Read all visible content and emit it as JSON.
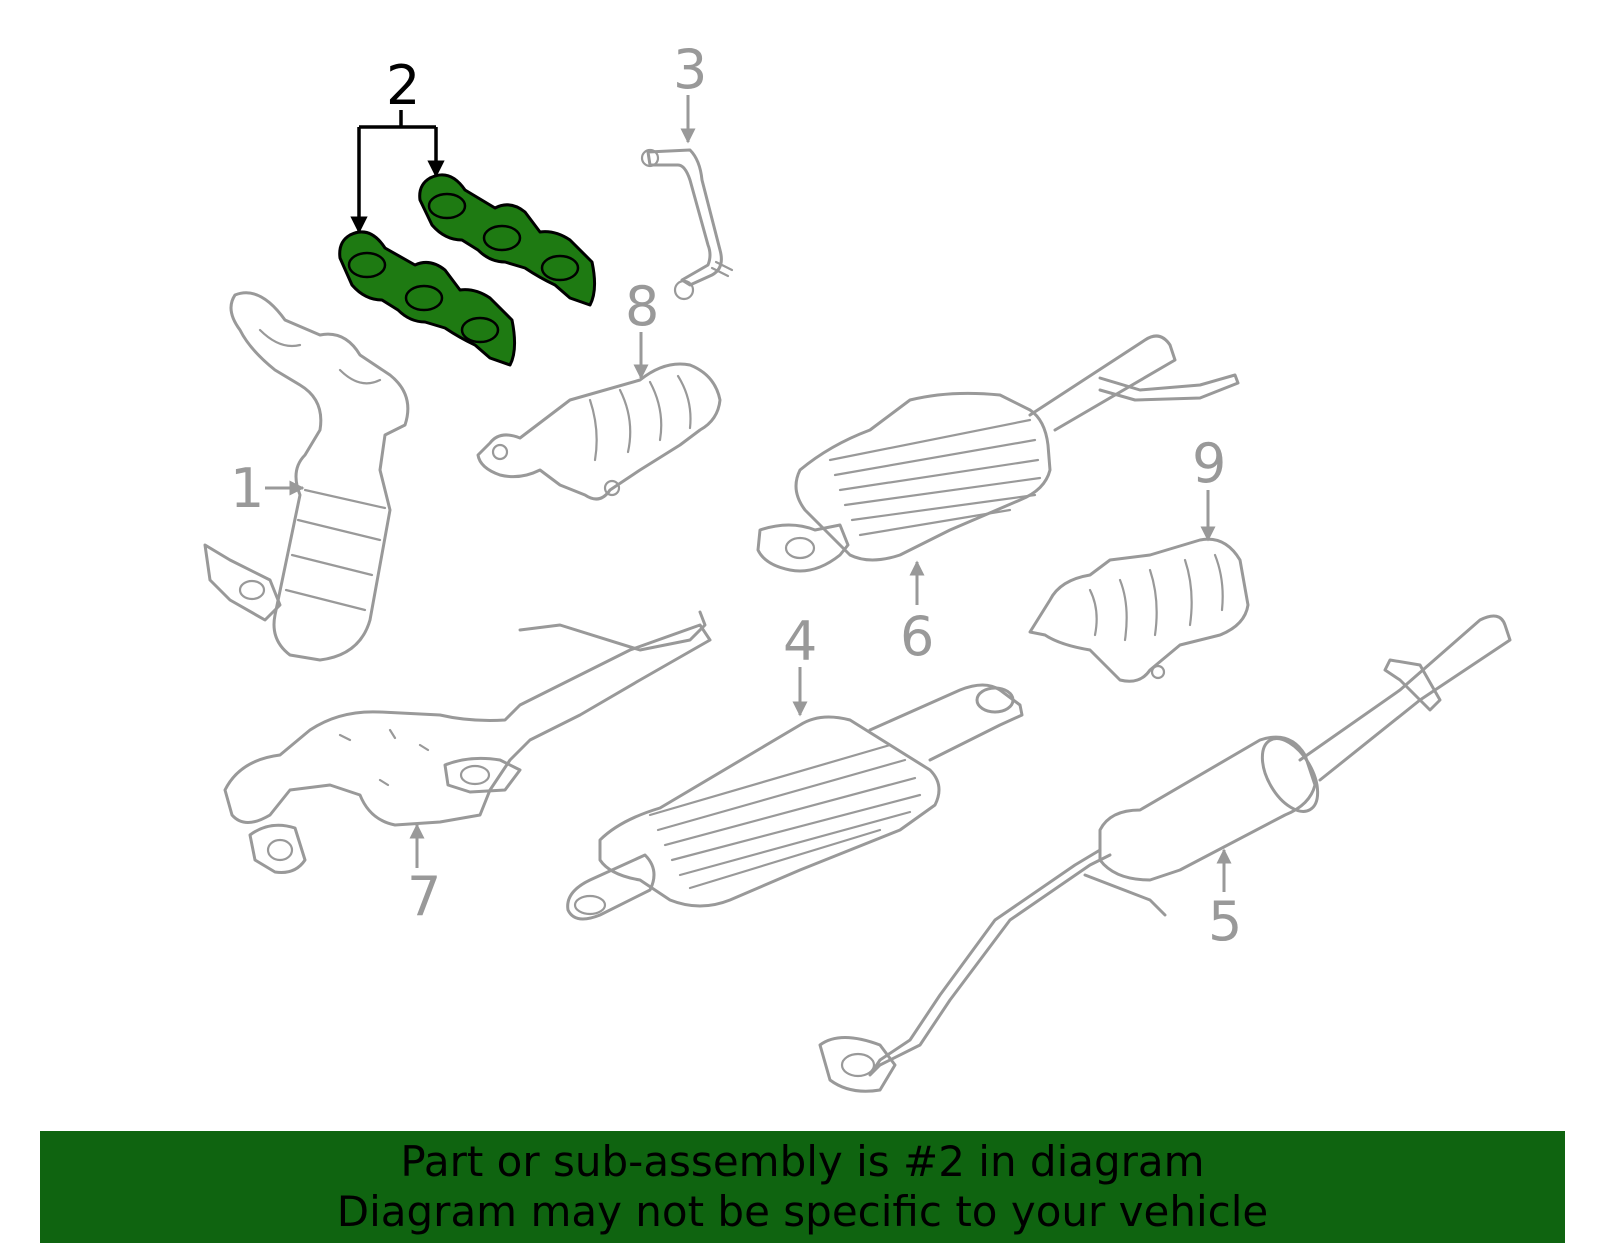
{
  "callouts": [
    {
      "id": "1",
      "label": "1",
      "highlighted": false
    },
    {
      "id": "2",
      "label": "2",
      "highlighted": true
    },
    {
      "id": "3",
      "label": "3",
      "highlighted": false
    },
    {
      "id": "4",
      "label": "4",
      "highlighted": false
    },
    {
      "id": "5",
      "label": "5",
      "highlighted": false
    },
    {
      "id": "6",
      "label": "6",
      "highlighted": false
    },
    {
      "id": "7",
      "label": "7",
      "highlighted": false
    },
    {
      "id": "8",
      "label": "8",
      "highlighted": false
    },
    {
      "id": "9",
      "label": "9",
      "highlighted": false
    }
  ],
  "banner": {
    "line1": "Part or sub-assembly is #2 in diagram",
    "line2": "Diagram may not be specific to your vehicle"
  },
  "colors": {
    "highlight_fill": "#1e7a12",
    "banner_background": "#0f6410",
    "part_stroke": "#999999",
    "highlight_stroke": "#000000"
  }
}
